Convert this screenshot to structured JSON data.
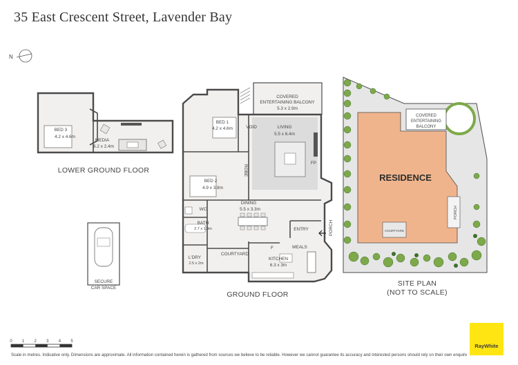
{
  "title": "35 East Crescent Street, Lavender Bay",
  "compass": {
    "north_label": "N"
  },
  "scale_bar": {
    "ticks": [
      "0",
      "1",
      "2",
      "3",
      "4",
      "5"
    ]
  },
  "lower_ground": {
    "label": "LOWER GROUND FLOOR",
    "bed3": {
      "name": "BED 3",
      "dim": "4.2 x 4.6m"
    },
    "media": {
      "name": "MEDIA",
      "dim": "6.2 x 2.4m"
    }
  },
  "ground": {
    "label": "GROUND FLOOR",
    "balcony": {
      "name": "COVERED",
      "name2": "ENTERTAINING BALCONY",
      "dim": "5.3 x 2.9m"
    },
    "bed1": {
      "name": "BED 1",
      "dim": "4.2 x 4.6m"
    },
    "void": "VOID",
    "living": {
      "name": "LIVING",
      "dim": "5.5 x 6.4m"
    },
    "fp": "FP",
    "robe": "ROBE",
    "bed2": {
      "name": "BED 2",
      "dim": "4.9 x 3.8m"
    },
    "dining": {
      "name": "DINING",
      "dim": "5.5 x 3.3m"
    },
    "wc": "WC",
    "bath": {
      "name": "BATH",
      "dim": "2.7 x 1.9m"
    },
    "entry": "ENTRY",
    "porch": "PORCH",
    "meals": "MEALS",
    "courtyard": "COURTYARD",
    "f": "F",
    "kitchen": {
      "name": "KITCHEN",
      "dim": "6.3 x 3m"
    },
    "ldry": {
      "name": "L'DRY",
      "dim": "2.5 x 2m"
    }
  },
  "garage": {
    "line1": "SECURE",
    "line2": "CAR SPACE"
  },
  "site_plan": {
    "label1": "SITE PLAN",
    "label2": "(NOT TO SCALE)",
    "residence": "RESIDENCE",
    "balcony1": "COVERED",
    "balcony2": "ENTERTAINING",
    "balcony3": "BALCONY",
    "porch": "PORCH",
    "courtyard": "COURTYARD"
  },
  "disclaimer": "Scale in metres. Indicative only. Dimensions are approximate. All information contained herein is gathered from sources we believe to be reliable. However we cannot guarantee its accuracy and interested persons should rely on their own enquiries.",
  "logo": "RayWhite",
  "colors": {
    "wall": "#4a4a4a",
    "floor": "#f2f0ee",
    "living_zone": "#dcdcdc",
    "residence": "#f0b48c",
    "lawn": "#e6e6e6",
    "garden": "#7ea94a",
    "garden_dark": "#3f6f2f",
    "logo_bg": "#ffe512"
  }
}
